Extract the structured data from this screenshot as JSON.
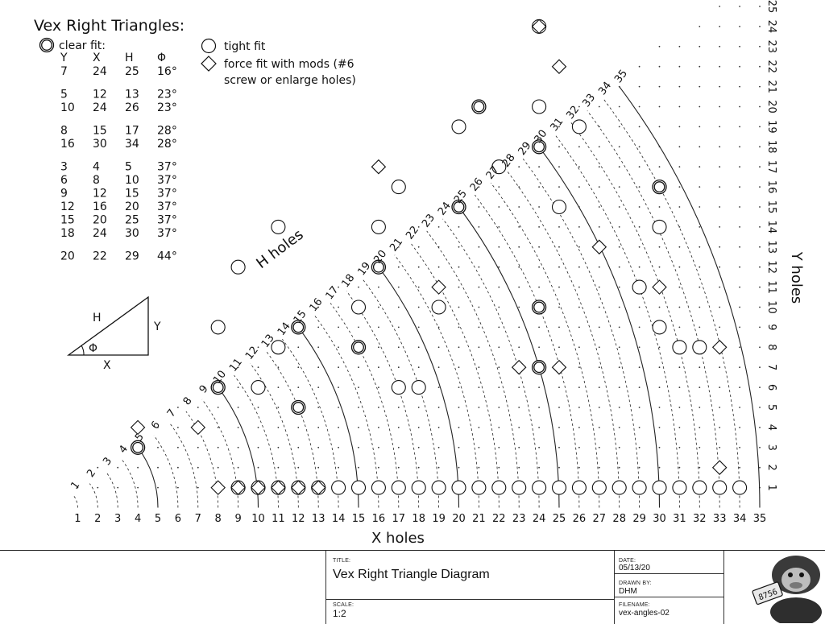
{
  "legend": {
    "title": "Vex Right Triangles:",
    "clear_fit_label": "clear fit:",
    "tight_fit_label": "tight fit",
    "force_fit_line1": "force fit with mods (#6",
    "force_fit_line2": "screw or enlarge holes)",
    "columns": [
      "Y",
      "X",
      "H",
      "Φ"
    ],
    "rows": [
      [
        "7",
        "24",
        "25",
        "16°"
      ],
      [
        "5",
        "12",
        "13",
        "23°"
      ],
      [
        "10",
        "24",
        "26",
        "23°"
      ],
      [
        "8",
        "15",
        "17",
        "28°"
      ],
      [
        "16",
        "30",
        "34",
        "28°"
      ],
      [
        "3",
        "4",
        "5",
        "37°"
      ],
      [
        "6",
        "8",
        "10",
        "37°"
      ],
      [
        "9",
        "12",
        "15",
        "37°"
      ],
      [
        "12",
        "16",
        "20",
        "37°"
      ],
      [
        "15",
        "20",
        "25",
        "37°"
      ],
      [
        "18",
        "24",
        "30",
        "37°"
      ],
      [
        "20",
        "22",
        "29",
        "44°"
      ]
    ],
    "row_groups": [
      1,
      2,
      2,
      6,
      1
    ]
  },
  "triangle_labels": {
    "hyp": "H",
    "y": "Y",
    "angle": "Φ",
    "x": "X"
  },
  "axes": {
    "x_title": "X holes",
    "y_title": "Y holes",
    "h_title": "H holes"
  },
  "chart_data": {
    "type": "scatter",
    "x_range": [
      1,
      35
    ],
    "y_range": [
      1,
      25
    ],
    "h_range": [
      1,
      35
    ],
    "clear_fit": [
      [
        4,
        3
      ],
      [
        8,
        6
      ],
      [
        12,
        5
      ],
      [
        12,
        9
      ],
      [
        15,
        8
      ],
      [
        16,
        12
      ],
      [
        20,
        15
      ],
      [
        21,
        20
      ],
      [
        24,
        7
      ],
      [
        24,
        10
      ],
      [
        24,
        18
      ],
      [
        30,
        16
      ]
    ],
    "tight_fit": [
      [
        8,
        9
      ],
      [
        9,
        12
      ],
      [
        10,
        6
      ],
      [
        11,
        8
      ],
      [
        11,
        14
      ],
      [
        15,
        10
      ],
      [
        16,
        14
      ],
      [
        17,
        6
      ],
      [
        17,
        16
      ],
      [
        18,
        6
      ],
      [
        19,
        10
      ],
      [
        20,
        19
      ],
      [
        22,
        17
      ],
      [
        24,
        24
      ],
      [
        24,
        20
      ],
      [
        25,
        15
      ],
      [
        26,
        19
      ],
      [
        29,
        11
      ],
      [
        30,
        9
      ],
      [
        30,
        14
      ],
      [
        31,
        8
      ],
      [
        32,
        8
      ],
      [
        9,
        1
      ],
      [
        10,
        1
      ],
      [
        11,
        1
      ],
      [
        12,
        1
      ],
      [
        13,
        1
      ],
      [
        14,
        1
      ],
      [
        15,
        1
      ],
      [
        16,
        1
      ],
      [
        17,
        1
      ],
      [
        18,
        1
      ],
      [
        19,
        1
      ],
      [
        20,
        1
      ],
      [
        21,
        1
      ],
      [
        22,
        1
      ],
      [
        23,
        1
      ],
      [
        24,
        1
      ],
      [
        25,
        1
      ],
      [
        26,
        1
      ],
      [
        27,
        1
      ],
      [
        28,
        1
      ],
      [
        29,
        1
      ],
      [
        30,
        1
      ],
      [
        31,
        1
      ],
      [
        32,
        1
      ],
      [
        33,
        1
      ],
      [
        34,
        1
      ]
    ],
    "force_fit": [
      [
        4,
        4
      ],
      [
        7,
        4
      ],
      [
        23,
        7
      ],
      [
        25,
        7
      ],
      [
        27,
        13
      ],
      [
        19,
        11
      ],
      [
        30,
        11
      ],
      [
        33,
        8
      ],
      [
        33,
        2
      ],
      [
        16,
        17
      ],
      [
        25,
        22
      ],
      [
        24,
        24
      ],
      [
        8,
        1
      ],
      [
        9,
        1
      ],
      [
        10,
        1
      ],
      [
        11,
        1
      ],
      [
        12,
        1
      ],
      [
        13,
        1
      ]
    ]
  },
  "title_block": {
    "title_label": "TITLE:",
    "title": "Vex Right Triangle Diagram",
    "scale_label": "SCALE:",
    "scale": "1:2",
    "date_label": "DATE:",
    "date": "05/13/20",
    "drawn_by_label": "DRAWN BY:",
    "drawn_by": "DHM",
    "filename_label": "FILENAME:",
    "filename": "vex-angles-02",
    "logo_plate": "8756"
  }
}
